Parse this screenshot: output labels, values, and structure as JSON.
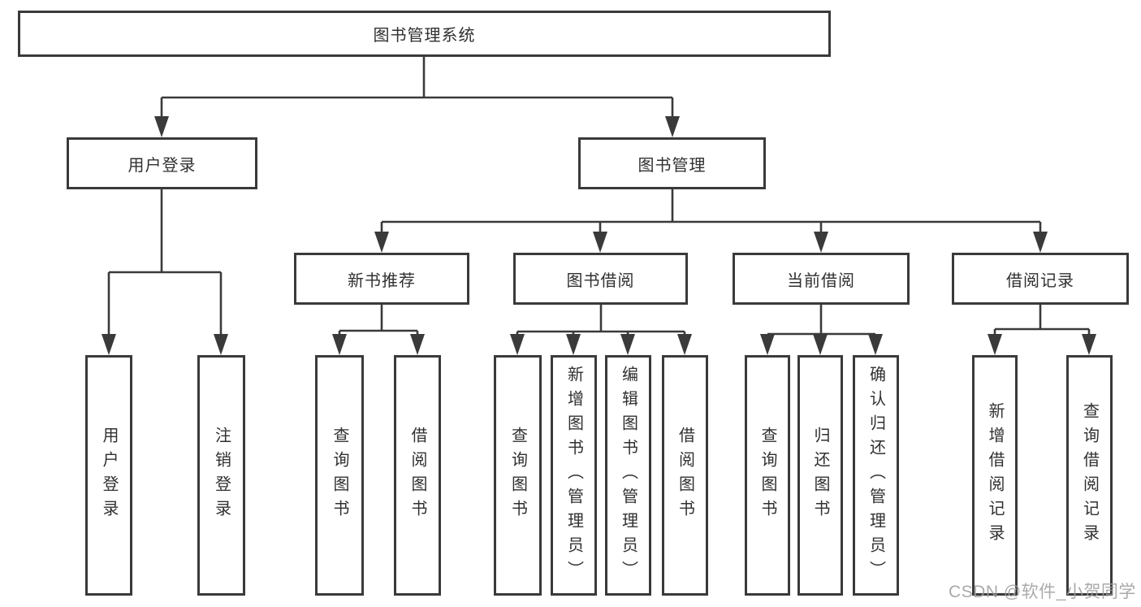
{
  "page": {
    "background": "#ffffff"
  },
  "tree": {
    "root": {
      "label": "图书管理系统"
    },
    "children": [
      {
        "label": "用户登录",
        "children": [
          {
            "label": "用户登录"
          },
          {
            "label": "注销登录"
          }
        ]
      },
      {
        "label": "图书管理",
        "children": [
          {
            "label": "新书推荐",
            "children": [
              {
                "label": "查询图书"
              },
              {
                "label": "借阅图书"
              }
            ]
          },
          {
            "label": "图书借阅",
            "children": [
              {
                "label": "查询图书"
              },
              {
                "label": "新增图书（管理员）"
              },
              {
                "label": "编辑图书（管理员）"
              },
              {
                "label": "借阅图书"
              }
            ]
          },
          {
            "label": "当前借阅",
            "children": [
              {
                "label": "查询图书"
              },
              {
                "label": "归还图书"
              },
              {
                "label": "确认归还（管理员）"
              }
            ]
          },
          {
            "label": "借阅记录",
            "children": [
              {
                "label": "新增借阅记录"
              },
              {
                "label": "查询借阅记录"
              }
            ]
          }
        ]
      }
    ]
  },
  "colors": {
    "line": "#3a3a3a",
    "box_border": "#3a3a3a",
    "text": "#303030",
    "watermark": "#9e9e9e"
  },
  "watermark": {
    "text": "CSDN @软件_小贺同学"
  }
}
